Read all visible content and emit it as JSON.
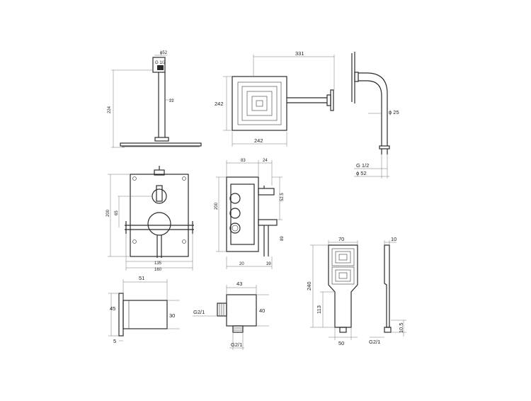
{
  "views": {
    "shower_arm": {
      "diameter": "ϕ52",
      "thread": "G 1/2",
      "arm_diameter": "22",
      "height": "224"
    },
    "head_plan": {
      "projection": "331",
      "depth": "242",
      "width": "242"
    },
    "arm_side": {
      "tube_diameter": "ϕ 25",
      "thread": "G 1/2",
      "base_diameter": "ϕ 52"
    },
    "valve_front": {
      "height": "200",
      "handle_offset": "65",
      "inner_width": "135",
      "outer_width": "160"
    },
    "valve_side": {
      "top_a": "83",
      "top_b": "24",
      "height": "200",
      "upper_offset": "52.5",
      "lower_offset": "89",
      "bottom_a": "20",
      "bottom_b": "39"
    },
    "elbow": {
      "depth": "51",
      "plate": "45",
      "body": "30",
      "base": "5"
    },
    "outlet": {
      "width": "43",
      "height": "40",
      "thread_side": "G2/1",
      "thread_bottom": "G2/1"
    },
    "hand_shower": {
      "width": "70",
      "length": "240",
      "lower": "113",
      "bottom": "50"
    },
    "hand_side": {
      "width": "10",
      "lower": "10.5",
      "thread": "G2/1"
    }
  }
}
